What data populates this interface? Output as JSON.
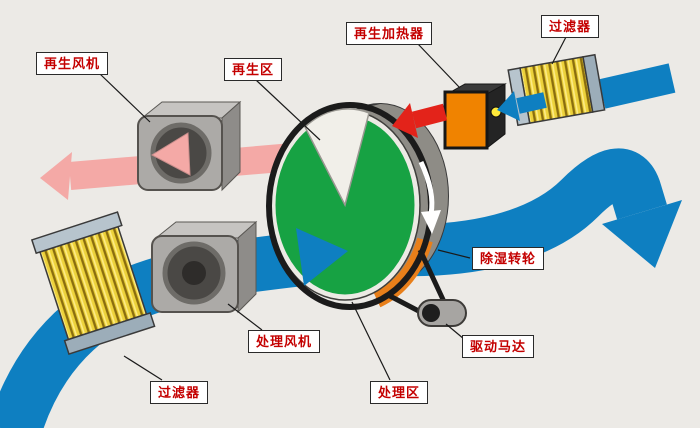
{
  "diagram": {
    "labels": {
      "regen_fan": "再生风机",
      "regen_zone": "再生区",
      "regen_heater": "再生加热器",
      "filter_top": "过滤器",
      "wheel": "除湿转轮",
      "motor": "驱动马达",
      "process_fan": "处理风机",
      "process_zone": "处理区",
      "filter_bottom": "过滤器"
    },
    "colors": {
      "background": "#eceae6",
      "process_air": "#0e7fc1",
      "exhaust_air": "#f4a9a6",
      "hot_air": "#e3231a",
      "wheel_face": "#17a243",
      "heater_face": "#f08300",
      "filter_media": "#edd23b",
      "label_text": "#c40000"
    }
  }
}
